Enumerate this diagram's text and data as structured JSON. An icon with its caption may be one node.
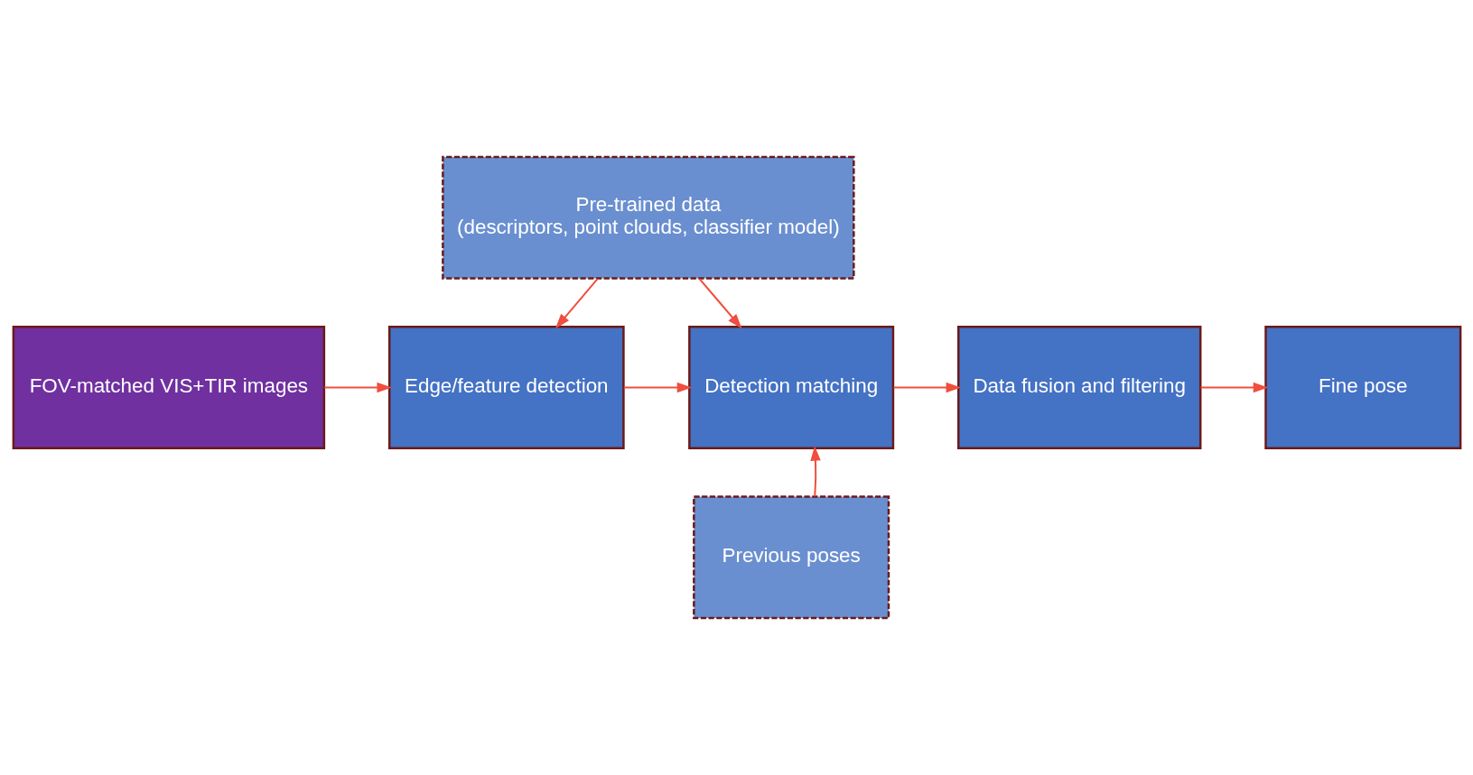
{
  "diagram": {
    "nodes": [
      {
        "text": [
          "Pre-trained data",
          "(descriptors, point clouds, classifier model)"
        ]
      },
      {
        "text": [
          "FOV-matched VIS+TIR images"
        ]
      },
      {
        "text": [
          "Edge/feature detection"
        ]
      },
      {
        "text": [
          "Detection matching"
        ]
      },
      {
        "text": [
          "Data fusion and filtering"
        ]
      },
      {
        "text": [
          "Fine pose"
        ]
      },
      {
        "text": [
          "Previous poses"
        ]
      }
    ],
    "edges": [
      {
        "from": 1,
        "to": 2,
        "arrow": "to"
      },
      {
        "from": 0,
        "to": 2,
        "arrow": "to"
      },
      {
        "from": 2,
        "to": 3,
        "arrow": "to"
      },
      {
        "from": 0,
        "to": 3,
        "arrow": "to"
      },
      {
        "from": 3,
        "to": 4,
        "arrow": "to"
      },
      {
        "from": 4,
        "to": 5,
        "arrow": "to"
      },
      {
        "from": 6,
        "to": 3,
        "arrow": "to"
      }
    ]
  }
}
